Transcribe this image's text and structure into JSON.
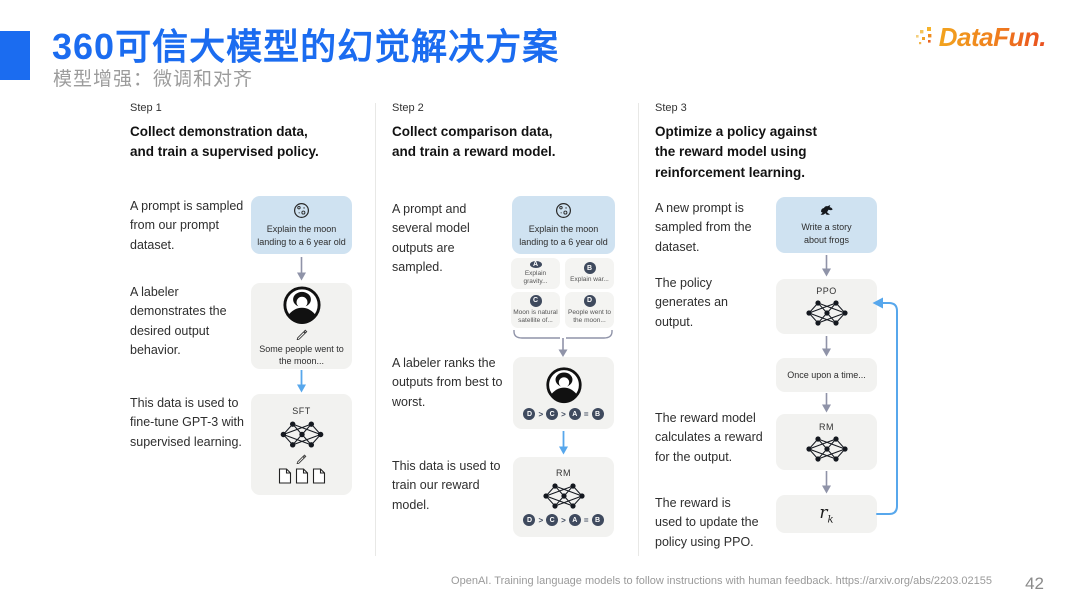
{
  "slide": {
    "title": "360可信大模型的幻觉解决方案",
    "subtitle": "模型增强：微调和对齐",
    "page_number": "42",
    "footer_citation": "OpenAI. Training language models to follow instructions with human feedback. https://arxiv.org/abs/2203.02155"
  },
  "logo": {
    "text": "DataFun."
  },
  "colors": {
    "accent_blue": "#1b6cf0",
    "subtitle_gray": "#9c9c9c",
    "prompt_box_blue": "#cfe2f1",
    "model_box_gray": "#f2f2f0",
    "arrow_gray": "#8f93a8",
    "arrow_blue": "#57a7ec",
    "chip_navy": "#3f4a5e",
    "logo_orange_start": "#f2a41e",
    "logo_orange_end": "#e94e1f"
  },
  "diagram": {
    "steps": [
      {
        "label": "Step 1",
        "title_lines": [
          "Collect demonstration data,",
          "and train a supervised policy."
        ],
        "captions": [
          "A prompt is sampled from our prompt dataset.",
          "A labeler demonstrates the desired output behavior.",
          "This data is used to fine-tune GPT-3 with supervised learning."
        ],
        "prompt_box_text": "Explain the moon landing to a 6 year old",
        "labeler_box_text": "Some people went to the moon...",
        "sft_label": "SFT"
      },
      {
        "label": "Step 2",
        "title_lines": [
          "Collect comparison data,",
          "and train a reward model."
        ],
        "captions": [
          "A prompt and several model outputs are sampled.",
          "A labeler ranks the outputs from best to worst.",
          "This data is used to train our reward model."
        ],
        "prompt_box_text": "Explain the moon landing to a 6 year old",
        "outputs": [
          {
            "key": "A",
            "text": "Explain gravity..."
          },
          {
            "key": "B",
            "text": "Explain war..."
          },
          {
            "key": "C",
            "text": "Moon is natural satellite of..."
          },
          {
            "key": "D",
            "text": "People went to the moon..."
          }
        ],
        "ranking": [
          "D",
          ">",
          "C",
          ">",
          "A",
          "=",
          "B"
        ],
        "rm_label": "RM"
      },
      {
        "label": "Step 3",
        "title_lines": [
          "Optimize a policy against",
          "the reward model using",
          "reinforcement learning."
        ],
        "captions": [
          "A new prompt is sampled from the dataset.",
          "The policy generates an output.",
          "The reward model calculates a reward for the output.",
          "The reward is used to update the policy using PPO."
        ],
        "prompt_box_text": "Write a story about frogs",
        "ppo_label": "PPO",
        "output_text": "Once upon a time...",
        "rm_label": "RM",
        "reward_symbol": "r",
        "reward_subscript": "k"
      }
    ]
  }
}
